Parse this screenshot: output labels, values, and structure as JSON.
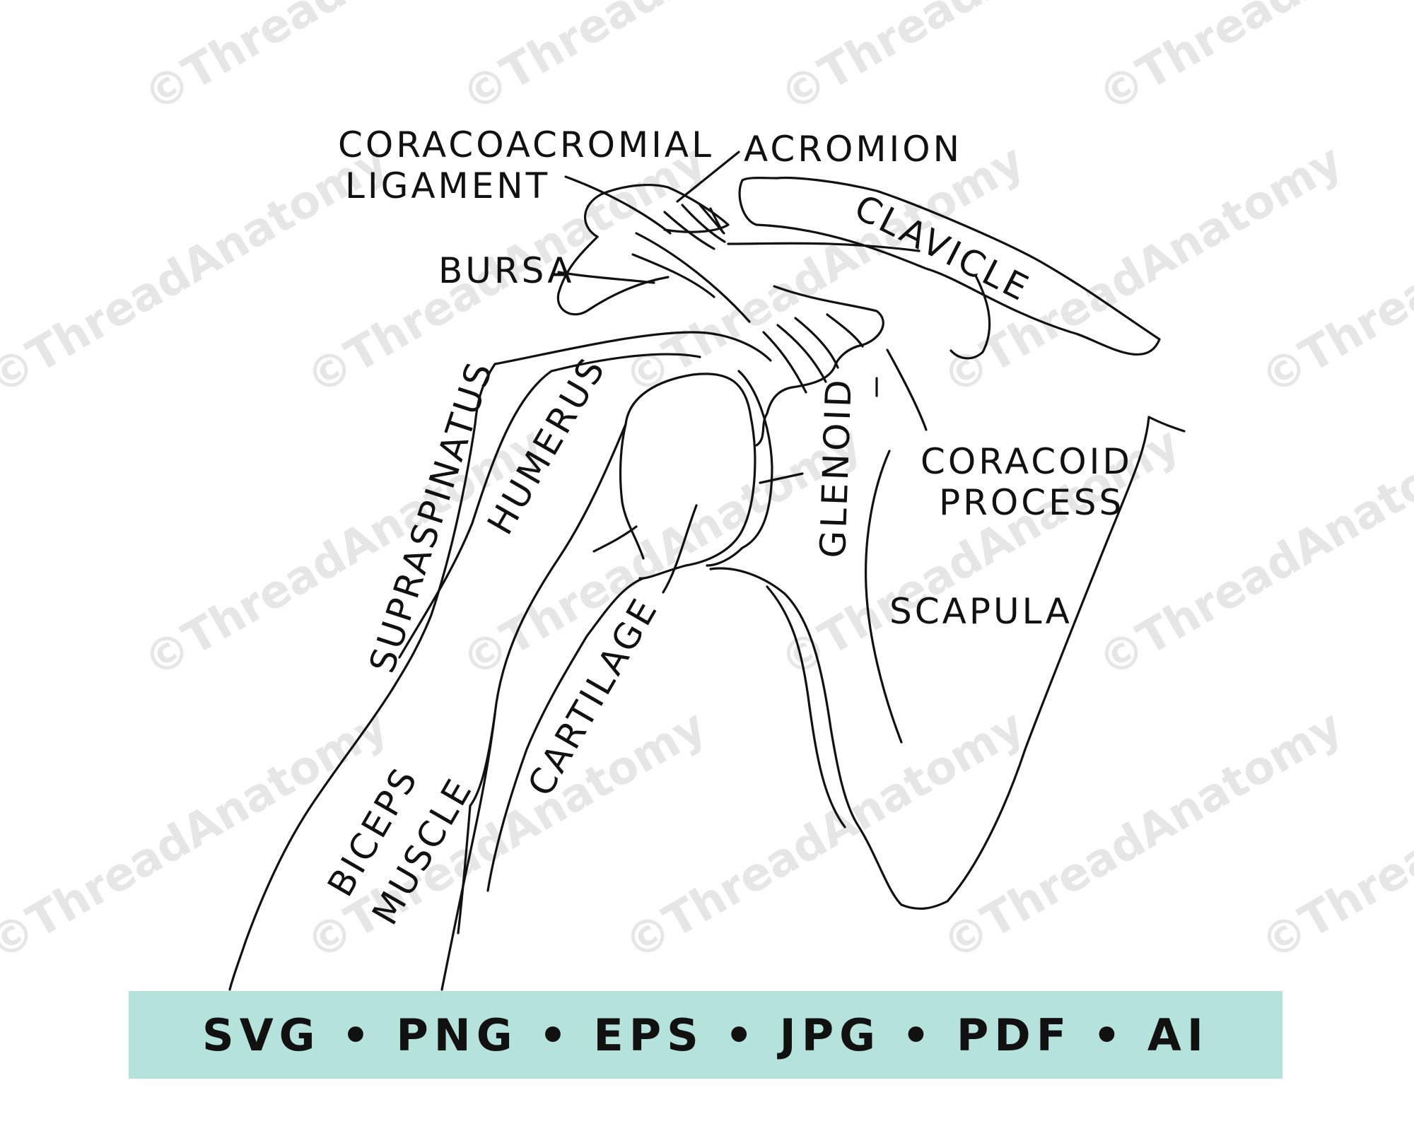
{
  "watermark": "©ThreadAnatomy",
  "labels": {
    "coracoacromial_1": "CORACOACROMIAL",
    "coracoacromial_2": "LIGAMENT",
    "acromion": "ACROMION",
    "clavicle": "CLAVICLE",
    "bursa": "BURSA",
    "supraspinatus": "SUPRASPINATUS",
    "humerus": "HUMERUS",
    "glenoid": "GLENOID",
    "coracoid_1": "CORACOID",
    "coracoid_2": "PROCESS",
    "scapula": "SCAPULA",
    "cartilage": "CARTILAGE",
    "biceps_1": "BICEPS",
    "biceps_2": "MUSCLE"
  },
  "banner": {
    "text": "SVG • PNG • EPS • JPG • PDF • AI",
    "color": "#b5e3dc"
  }
}
